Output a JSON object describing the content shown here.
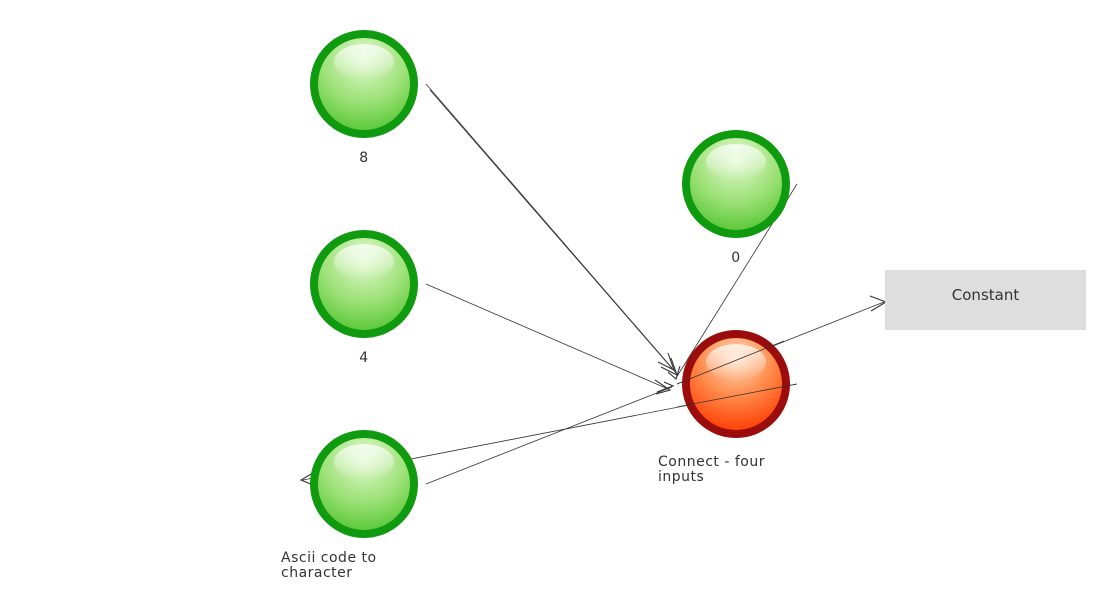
{
  "nodes": {
    "node_8": {
      "label": "8"
    },
    "node_4": {
      "label": "4"
    },
    "node_ascii": {
      "label": "Ascii code to character"
    },
    "node_0": {
      "label": "0"
    },
    "node_connect": {
      "label": "Connect - four inputs"
    }
  },
  "constant": {
    "label": "Constant"
  },
  "colors": {
    "input_ring": "#0f9a0f",
    "input_fill_top": "#dff7c8",
    "input_fill_bottom": "#5fcc3a",
    "active_ring": "#9b0c0c",
    "active_fill_top": "#ffd4b0",
    "active_fill_bottom": "#ff4a0a",
    "edge": "#333333",
    "constant_bg": "#dedede"
  }
}
